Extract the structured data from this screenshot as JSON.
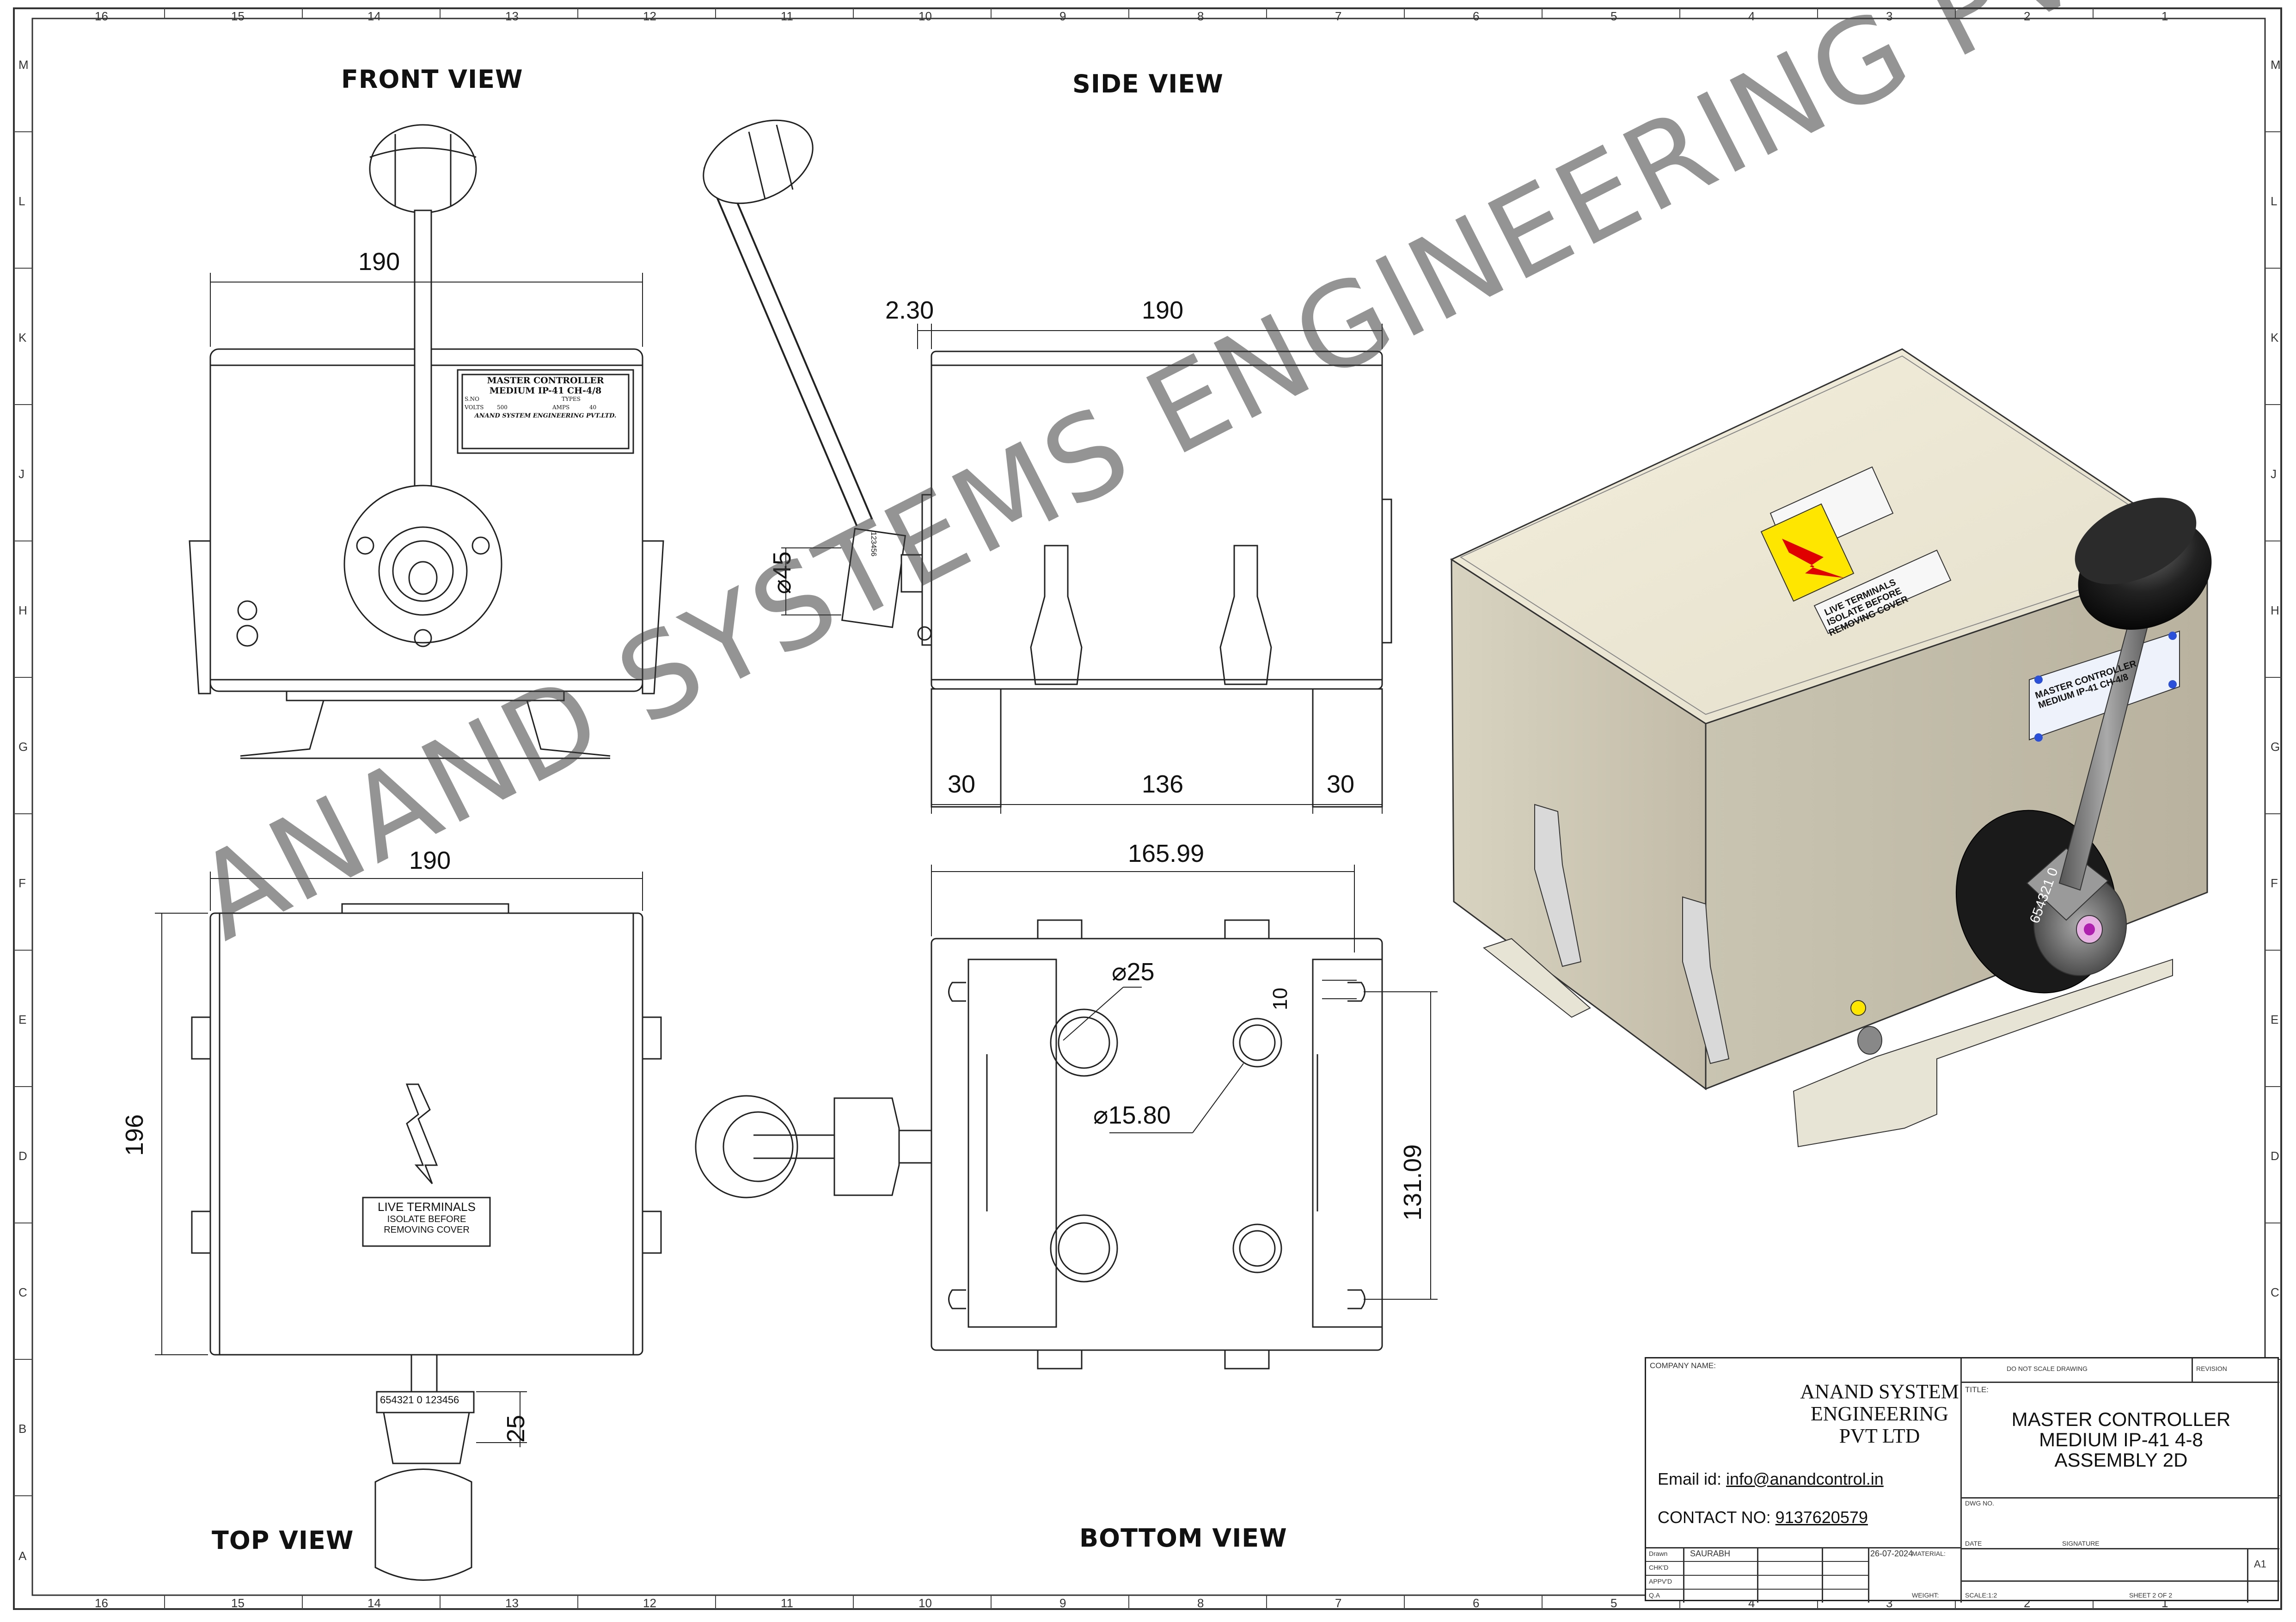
{
  "frame": {
    "col_numbers": [
      "16",
      "15",
      "14",
      "13",
      "12",
      "11",
      "10",
      "9",
      "8",
      "7",
      "6",
      "5",
      "4",
      "3",
      "2",
      "1"
    ],
    "row_letters": [
      "M",
      "L",
      "K",
      "J",
      "H",
      "G",
      "F",
      "E",
      "D",
      "C",
      "B",
      "A"
    ]
  },
  "views": {
    "front": "FRONT VIEW",
    "side": "SIDE VIEW",
    "top": "TOP VIEW",
    "bottom": "BOTTOM VIEW"
  },
  "dimensions": {
    "front_width": "190",
    "side_offset": "2.30",
    "side_width": "190",
    "side_handle_dia": "45",
    "side_foot_left": "30",
    "side_foot_center": "136",
    "side_foot_right": "30",
    "top_width": "190",
    "top_height": "196",
    "top_knob": "25",
    "bottom_width": "165.99",
    "bottom_hole_large": "25",
    "bottom_hole_small": "15.80",
    "bottom_offset": "10",
    "bottom_height": "131.09",
    "diameter_symbol": "⌀"
  },
  "nameplate": {
    "line1": "MASTER CONTROLLER",
    "line2": "MEDIUM IP-41 CH-4/8",
    "sno": "S.NO",
    "types": "TYPES",
    "volt": "VOLTS",
    "volt_val": "500",
    "amps": "AMPS",
    "amps_val": "40",
    "maker": "ANAND SYSTEM ENGINEERING PVT.LTD."
  },
  "warning_label": {
    "line1": "LIVE TERMINALS",
    "line2": "ISOLATE BEFORE",
    "line3": "REMOVING COVER"
  },
  "top_serial": "654321 0 123456",
  "side_serial": "123456",
  "iso_serial": "654321 0",
  "watermark": "ANAND SYSTEMS ENGINEERING PVT. LTD.",
  "titleblock": {
    "company_name_label": "COMPANY NAME:",
    "company_line1": "ANAND SYSTEM",
    "company_line2": "ENGINEERING PVT LTD",
    "email_label": "Email id: ",
    "email": "info@anandcontrol.in",
    "contact_label": "CONTACT NO: ",
    "contact": "9137620579",
    "do_not_scale": "DO NOT SCALE DRAWING",
    "revision": "REVISION",
    "title_label": "TITLE:",
    "title_line1": "MASTER CONTROLLER",
    "title_line2": "MEDIUM IP-41 4-8",
    "title_line3": "ASSEMBLY 2D",
    "dwg_no": "DWG NO.",
    "date_label": "DATE",
    "signature": "SIGNATURE",
    "drawn": "Drawn",
    "chkd": "CHK'D",
    "appvd": "APPV'D",
    "qa": "Q.A",
    "drawn_by": "SAURABH",
    "drawn_date": "26-07-2024",
    "material": "MATERIAL:",
    "weight": "WEIGHT:",
    "scale": "SCALE:1:2",
    "sheet": "SHEET 2 OF 2",
    "size": "A1"
  }
}
